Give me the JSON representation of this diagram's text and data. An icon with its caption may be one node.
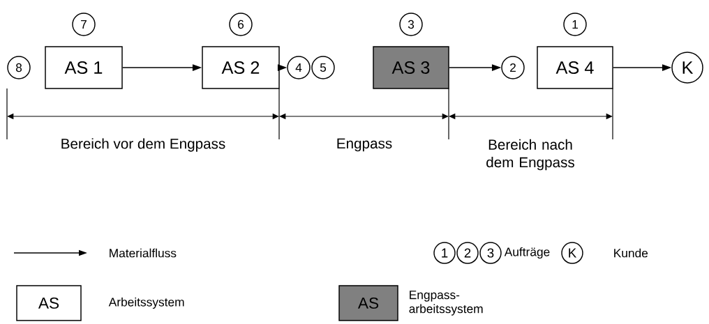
{
  "diagram": {
    "nodes": [
      {
        "text": [
          "7"
        ]
      },
      {
        "text": [
          "6"
        ]
      },
      {
        "text": [
          "3"
        ]
      },
      {
        "text": [
          "1"
        ]
      },
      {
        "text": [
          "8"
        ]
      },
      {
        "text": [
          "AS 1"
        ]
      },
      {
        "text": [
          "AS 2"
        ]
      },
      {
        "text": [
          "4"
        ]
      },
      {
        "text": [
          "5"
        ]
      },
      {
        "text": [
          "AS 3"
        ]
      },
      {
        "text": [
          "2"
        ]
      },
      {
        "text": [
          "AS 4"
        ]
      },
      {
        "text": [
          "K"
        ]
      },
      {
        "text": [
          "1"
        ]
      },
      {
        "text": [
          "2"
        ]
      },
      {
        "text": [
          "3"
        ]
      },
      {
        "text": [
          "K"
        ]
      },
      {
        "text": [
          "AS"
        ]
      },
      {
        "text": [
          "AS"
        ]
      }
    ],
    "edges": [
      {
        "from": 5,
        "to": 6,
        "arrow": "to"
      },
      {
        "from": 6,
        "to": 7,
        "arrow": "to"
      },
      {
        "from": 9,
        "to": 10,
        "arrow": "to"
      },
      {
        "from": 11,
        "to": 12,
        "arrow": "to"
      }
    ],
    "labels": [
      "Bereich vor dem Engpass",
      "Engpass",
      "Bereich nach dem Engpass"
    ],
    "legend": [
      {
        "text": "Materialfluss"
      },
      {
        "text": "Aufträge"
      },
      {
        "text": "Kunde"
      },
      {
        "text": "Arbeitssystem"
      },
      {
        "text": "Engpass-arbeitssystem"
      }
    ]
  }
}
